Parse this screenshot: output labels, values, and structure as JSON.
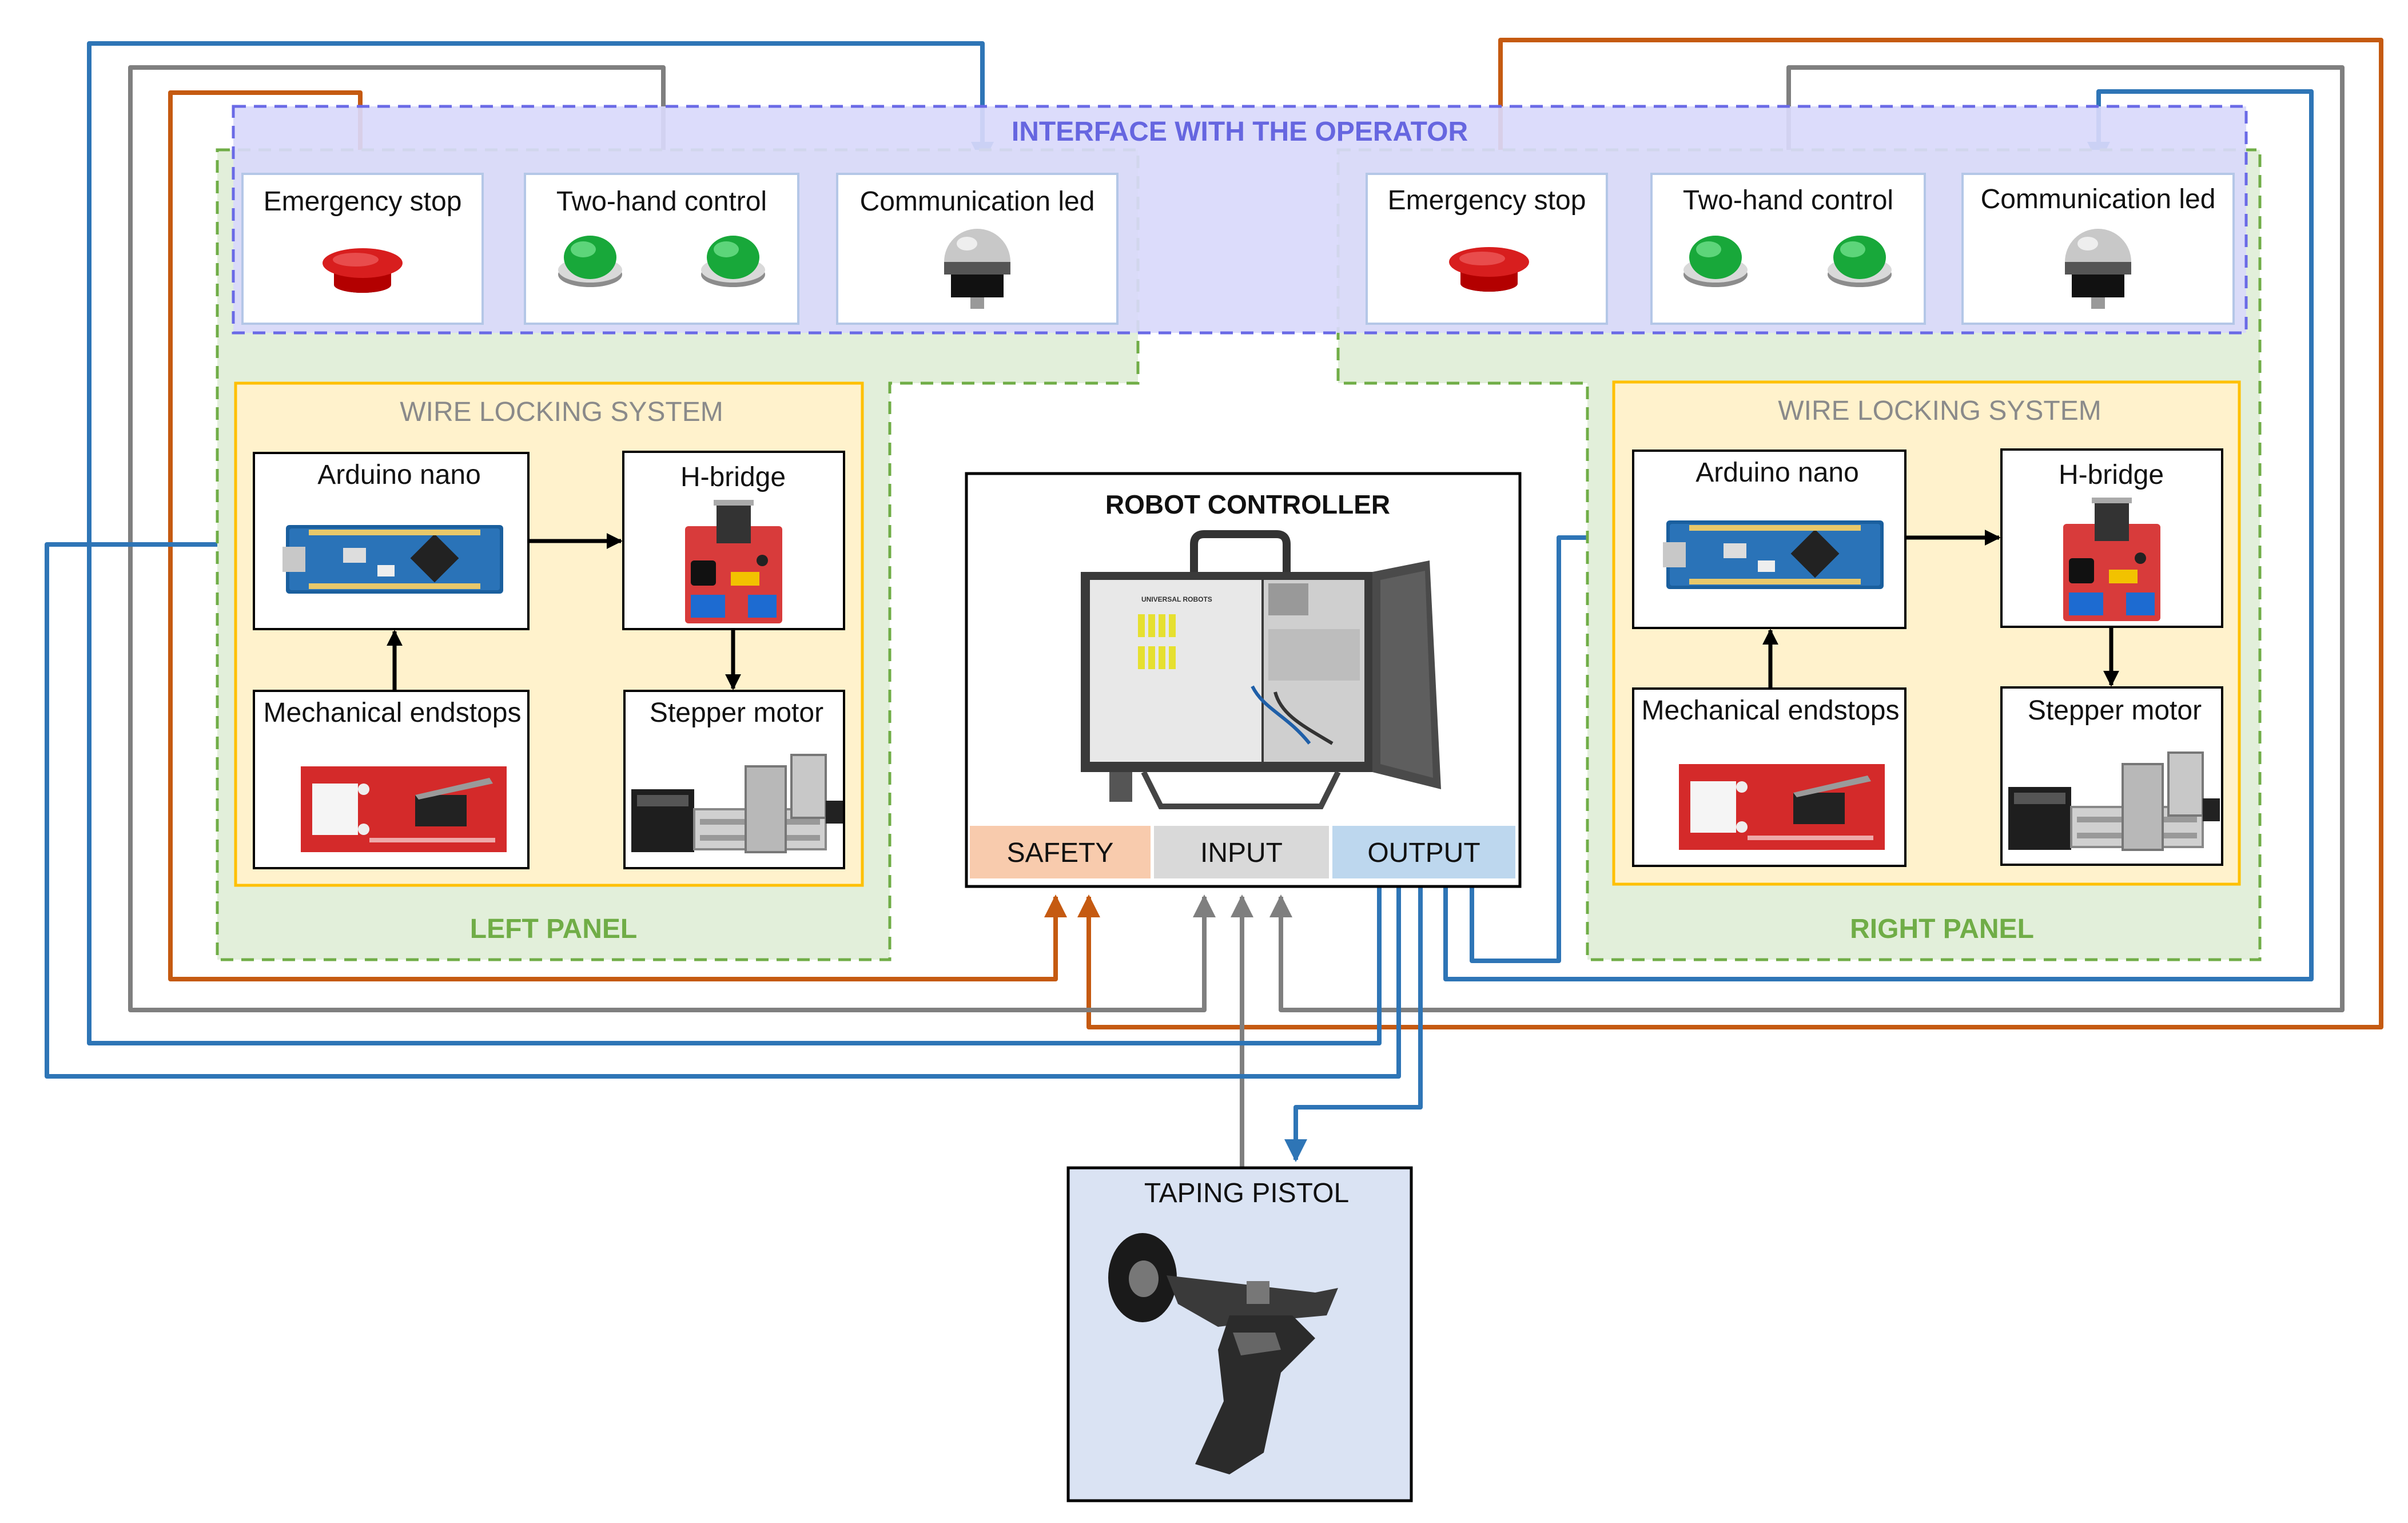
{
  "interface": {
    "title": "INTERFACE WITH THE OPERATOR"
  },
  "left_panel": {
    "label": "LEFT PANEL",
    "emergency_stop": "Emergency stop",
    "two_hand": "Two-hand control",
    "comm_led": "Communication led",
    "wls": {
      "title": "WIRE LOCKING SYSTEM",
      "arduino": "Arduino nano",
      "hbridge": "H-bridge",
      "endstops": "Mechanical endstops",
      "stepper": "Stepper motor"
    }
  },
  "right_panel": {
    "label": "RIGHT PANEL",
    "emergency_stop": "Emergency stop",
    "two_hand": "Two-hand control",
    "comm_led": "Communication led",
    "wls": {
      "title": "WIRE LOCKING SYSTEM",
      "arduino": "Arduino nano",
      "hbridge": "H-bridge",
      "endstops": "Mechanical endstops",
      "stepper": "Stepper motor"
    }
  },
  "controller": {
    "title": "ROBOT CONTROLLER",
    "brand": "UNIVERSAL ROBOTS",
    "safety": "SAFETY",
    "input": "INPUT",
    "output": "OUTPUT"
  },
  "pistol": {
    "title": "TAPING PISTOL"
  },
  "colors": {
    "wire_orange": "#c55a11",
    "wire_gray": "#7f7f7f",
    "wire_blue": "#2e75b6",
    "interface_fill": "#d9d9fb",
    "interface_border": "#6a6ae6",
    "interface_text": "#6666e0",
    "panel_fill": "#e2efda",
    "panel_border": "#70ad47",
    "panel_text": "#70ad47",
    "wls_fill": "#fff2cc",
    "wls_border": "#ffc000",
    "wls_text": "#8a8a8a",
    "safety_fill": "#f8cbad",
    "input_fill": "#d9d9d9",
    "output_fill": "#bdd7ee",
    "pistol_fill": "#dae3f3"
  }
}
